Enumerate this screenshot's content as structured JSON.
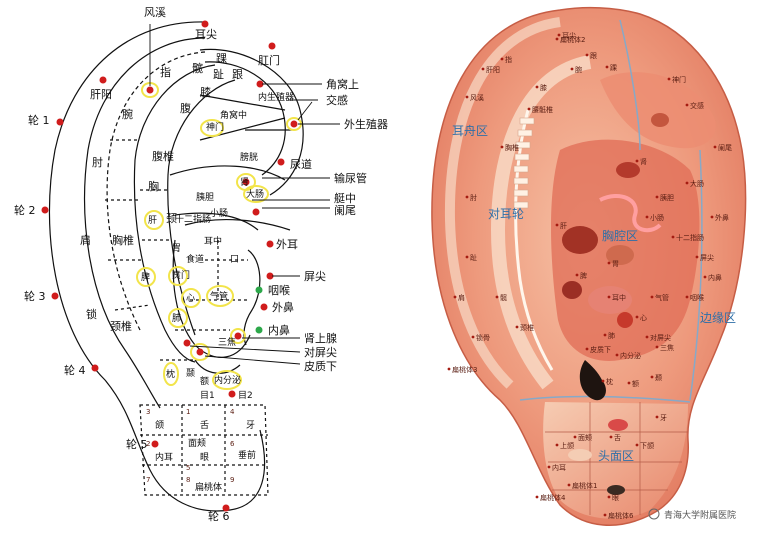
{
  "left_diagram": {
    "labels": {
      "fengxi": "风溪",
      "erjian": "耳尖",
      "gangmen": "肛门",
      "jiaowo_shang": "角窝上",
      "jiaogan": "交感",
      "waishengzhiqi": "外生殖器",
      "niaodao": "尿道",
      "shuniaoguan": "输尿管",
      "tingzhong": "艇中",
      "lanwei": "阑尾",
      "waier": "外耳",
      "pingjian": "屏尖",
      "yanhou": "咽喉",
      "waibi": "外鼻",
      "neibi": "内鼻",
      "shenshangxian": "肾上腺",
      "duipingjian": "对屏尖",
      "pizhixia": "皮质下",
      "gangyang": "肝阳",
      "zhi": "指",
      "wan": "腕",
      "zhou": "肘",
      "jian": "肩",
      "suo": "锁",
      "xiong": "胸",
      "xiongzhui": "胸椎",
      "fu": "腹",
      "fuzhui": "腹椎",
      "jingzhui": "颈椎",
      "jing": "颈",
      "kuan": "髋",
      "xi": "膝",
      "zhi_toe": "趾",
      "gen": "跟",
      "huai": "踝",
      "neishengzhiqi": "内生殖器",
      "jiaowozhong": "角窝中",
      "shenmen": "神门",
      "pangguang": "膀胱",
      "shen": "肾",
      "yishu": "胰胆",
      "dachang": "大肠",
      "xiaochang": "小肠",
      "shierzhichang": "十二指肠",
      "gan": "肝",
      "pi": "脾",
      "wei": "胃",
      "erzhong": "耳中",
      "kouqiang": "口",
      "shidao": "食道",
      "benmen": "贲门",
      "xin": "心",
      "qiguan": "气管",
      "fei": "肺",
      "sanjiao": "三焦",
      "neifenmi": "内分泌",
      "zhen": "枕",
      "nie": "颞",
      "e": "额",
      "lun1": "轮 1",
      "lun2": "轮 2",
      "lun3": "轮 3",
      "lun4": "轮 4",
      "lun5": "轮 5",
      "lun6": "轮 6",
      "mu2": "目2",
      "mu1": "目1",
      "ya": "牙",
      "she": "舌",
      "he": "颌",
      "chuiqian": "垂前",
      "neier": "内耳",
      "mian": "面颊",
      "yan": "眼",
      "biantaoti": "扁桃体",
      "n1": "1",
      "n2": "2",
      "n3": "3",
      "n4": "4",
      "n5": "5",
      "n6": "6",
      "n7": "7",
      "n8": "8",
      "n9": "9"
    }
  },
  "right_diagram": {
    "zones": {
      "erzhou": "耳舟区",
      "duierlun": "对耳轮",
      "xiongqiang": "胸腔区",
      "biyuan": "边缘区",
      "toumian": "头面区"
    },
    "small_labels": [
      "耳尖",
      "肝阳",
      "神门",
      "交感",
      "肾",
      "胰胆",
      "肝",
      "脾",
      "胃",
      "心",
      "肺",
      "气管",
      "枕",
      "额",
      "颞",
      "皮质下",
      "内分泌",
      "眼",
      "内耳",
      "面颊",
      "扁桃体1",
      "扁桃体2",
      "扁桃体3",
      "扁桃体4",
      "扁桃体6",
      "胸椎",
      "颈椎",
      "腰骶椎",
      "膝",
      "髋",
      "趾",
      "跟",
      "踝",
      "腕",
      "肘",
      "肩",
      "锁骨",
      "小肠",
      "大肠",
      "阑尾",
      "十二指肠",
      "三焦",
      "上颌",
      "下颌",
      "舌",
      "牙",
      "风溪",
      "指",
      "耳中",
      "屏尖",
      "对屏尖",
      "外鼻",
      "咽喉",
      "内鼻"
    ]
  },
  "watermark": "青海大学附属医院"
}
